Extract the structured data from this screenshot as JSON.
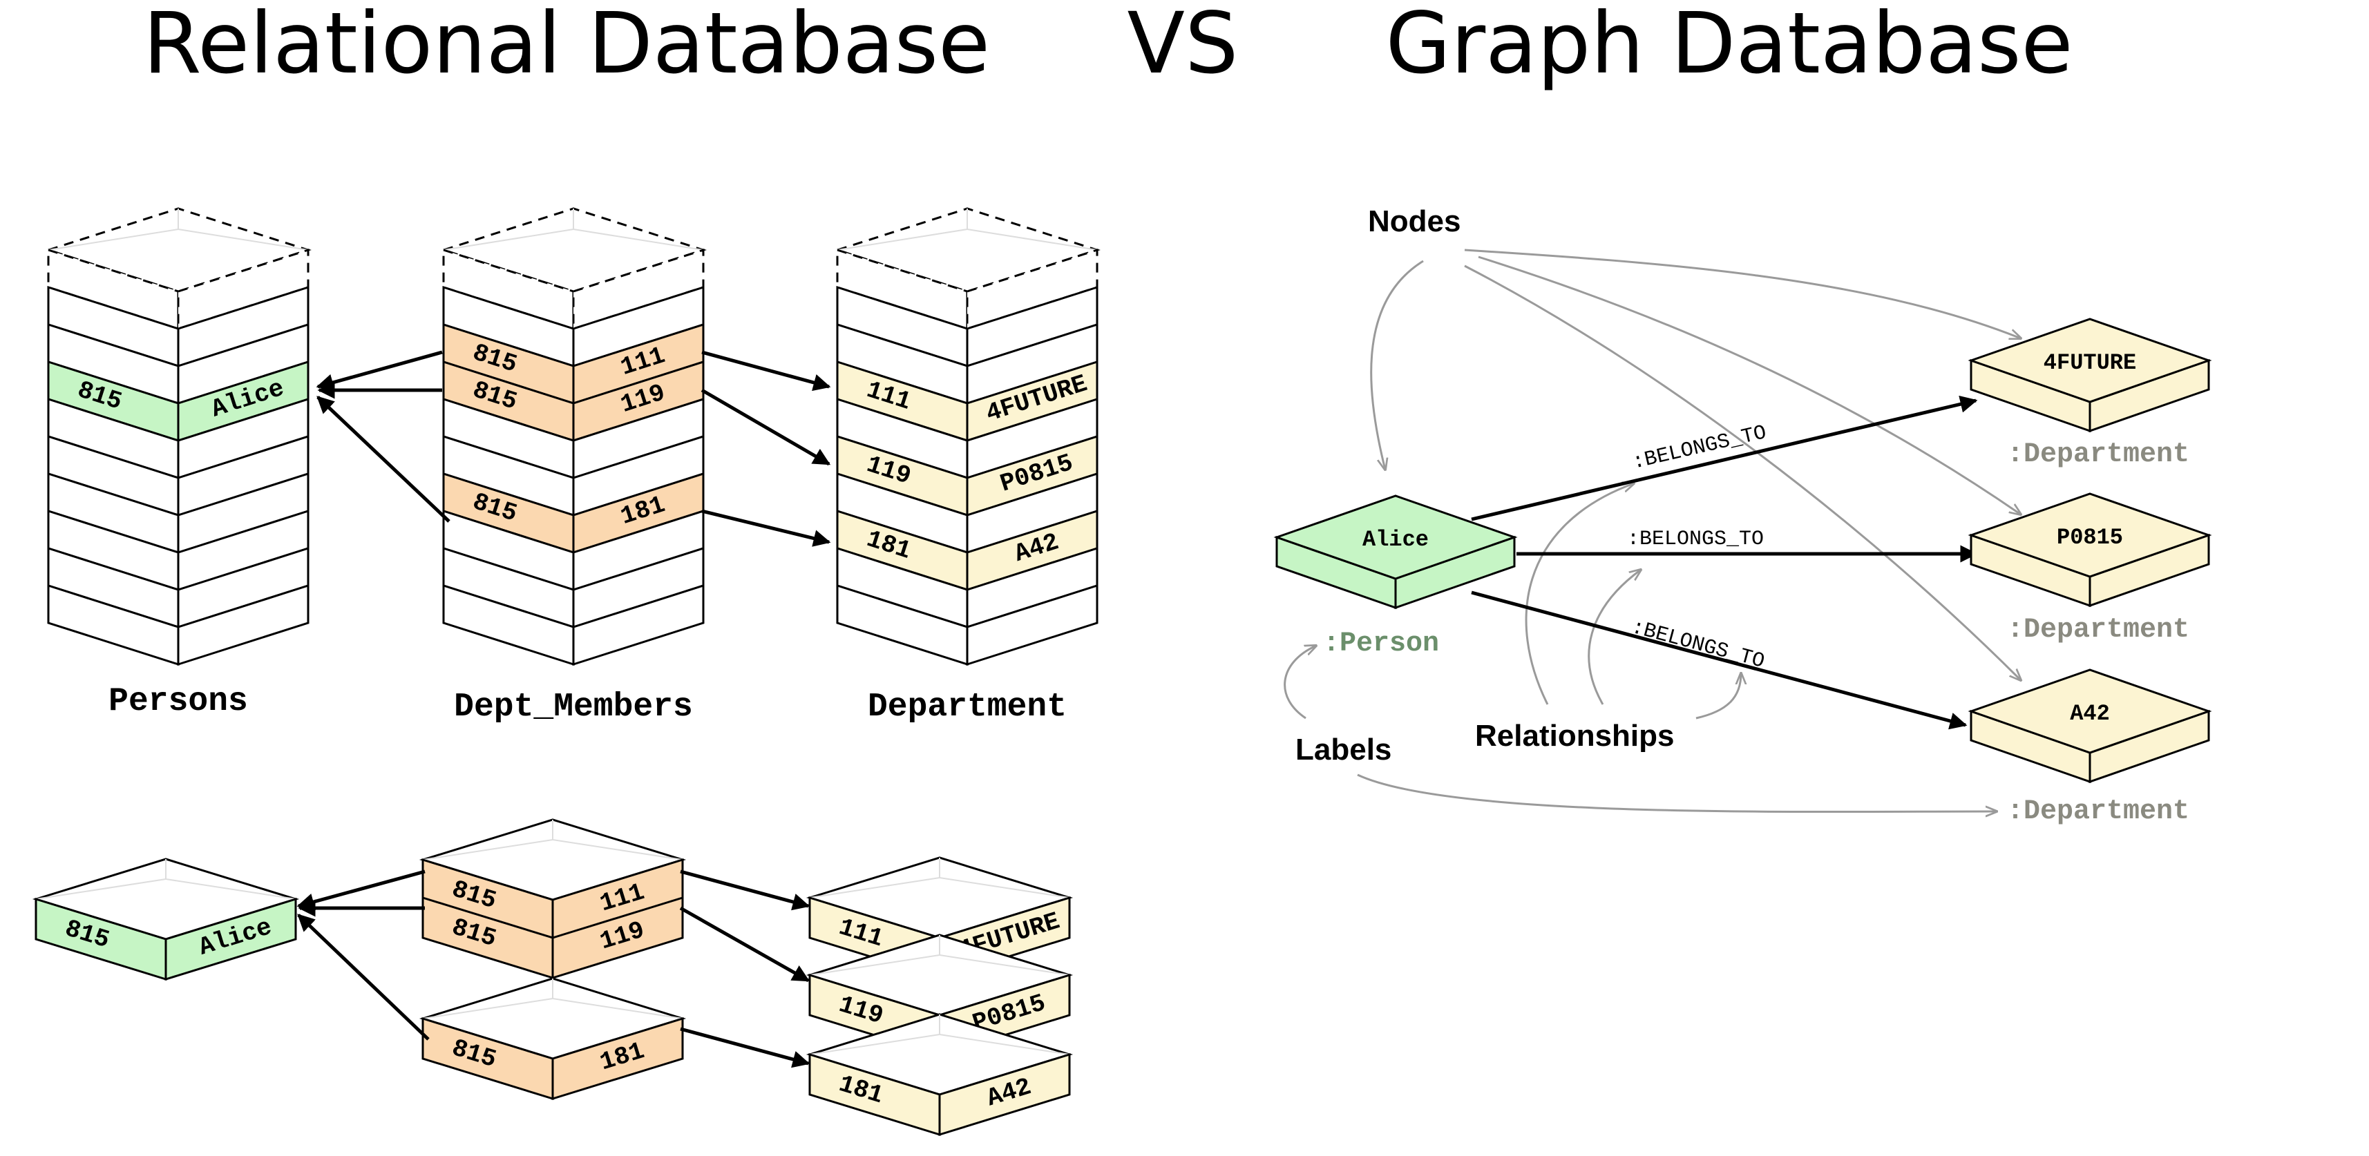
{
  "titles": {
    "left": "Relational Database",
    "vs": "VS",
    "right": "Graph Database"
  },
  "colors": {
    "person": "#c6f5c5",
    "member": "#fbd8b0",
    "department": "#fcf4d2",
    "label_person": "#6b8f6b",
    "label_department": "#8a8a80"
  },
  "tables": {
    "persons": "Persons",
    "dept_members": "Dept_Members",
    "department": "Department"
  },
  "rows": {
    "person": [
      "815",
      "Alice"
    ],
    "members": [
      [
        "815",
        "111"
      ],
      [
        "815",
        "119"
      ],
      [
        "815",
        "181"
      ]
    ],
    "departments": [
      [
        "111",
        "4FUTURE"
      ],
      [
        "119",
        "P0815"
      ],
      [
        "181",
        "A42"
      ]
    ]
  },
  "graph": {
    "annotations": {
      "nodes": "Nodes",
      "relationships": "Relationships",
      "labels": "Labels"
    },
    "person_node": "Alice",
    "person_label": ":Person",
    "department_nodes": [
      "4FUTURE",
      "P0815",
      "A42"
    ],
    "department_label": ":Department",
    "relationship": ":BELONGS_TO"
  }
}
